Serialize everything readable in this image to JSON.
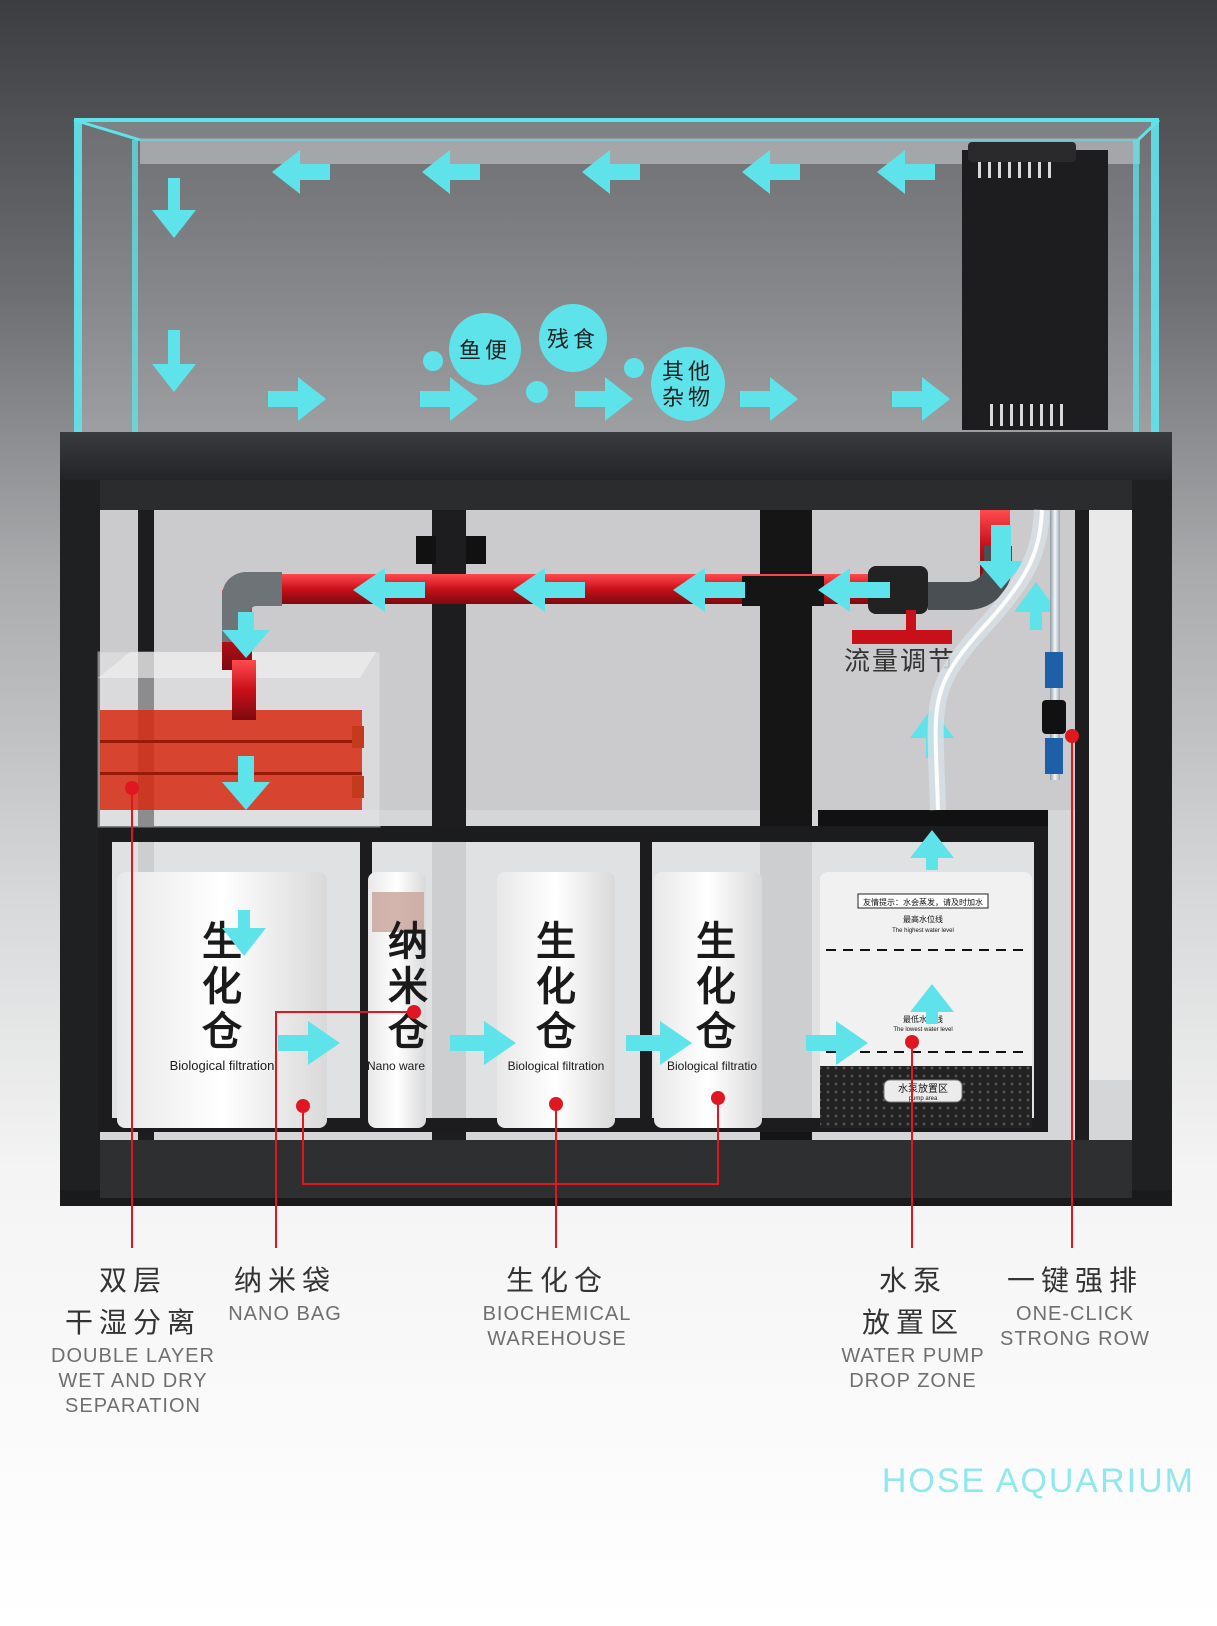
{
  "bubbles": {
    "fish_waste": "鱼便",
    "leftover_food": "残食",
    "other_debris_line1": "其他",
    "other_debris_line2": "杂物"
  },
  "flow_control": "流量调节",
  "boxes": {
    "bio1": {
      "c1": "生",
      "c2": "化",
      "c3": "仓",
      "en": "Biological filtration"
    },
    "nano": {
      "c1": "纳",
      "c2": "米",
      "c3": "仓",
      "en": "Nano ware"
    },
    "bio2": {
      "c1": "生",
      "c2": "化",
      "c3": "仓",
      "en": "Biological filtration"
    },
    "bio3": {
      "c1": "生",
      "c2": "化",
      "c3": "仓",
      "en": "Biological filtratio"
    }
  },
  "pump_sticker": {
    "warning": "友情提示：水会蒸发，请及时加水",
    "highest": "最高水位线",
    "highest_en": "The highest water level",
    "lowest": "最低水位线",
    "lowest_en": "The lowest water level",
    "zone": "水泵放置区",
    "zone_en": "pump area"
  },
  "legend": {
    "double_layer": {
      "zh1": "双层",
      "zh2": "干湿分离",
      "en1": "DOUBLE LAYER",
      "en2": "WET AND DRY",
      "en3": "SEPARATION"
    },
    "nano_bag": {
      "zh": "纳米袋",
      "en": "NANO BAG"
    },
    "biochemical": {
      "zh": "生化仓",
      "en1": "BIOCHEMICAL",
      "en2": "WAREHOUSE"
    },
    "pump_zone": {
      "zh1": "水泵",
      "zh2": "放置区",
      "en1": "WATER PUMP",
      "en2": "DROP ZONE"
    },
    "drain": {
      "zh": "一键强排",
      "en1": "ONE-CLICK",
      "en2": "STRONG ROW"
    }
  },
  "brand": "HOSE AQUARIUM",
  "colors": {
    "cyan": "#5fe3ea",
    "red": "#d8141c",
    "frame": "#1c1c1e",
    "marker": "#e01720"
  }
}
